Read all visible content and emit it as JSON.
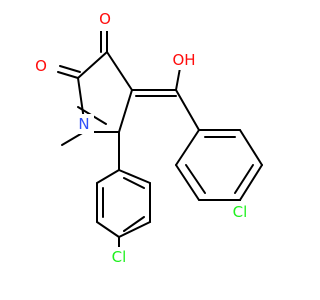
{
  "colors": {
    "bond": "#000000",
    "oxygen": "#ff0d0d",
    "nitrogen": "#3050f8",
    "chlorine": "#1ff01f"
  },
  "atoms": {
    "o_upper": "O",
    "o_left": "O",
    "o_hydroxyl": "OH",
    "n_ring": "N",
    "cl_right": "Cl",
    "cl_bottom": "Cl"
  }
}
